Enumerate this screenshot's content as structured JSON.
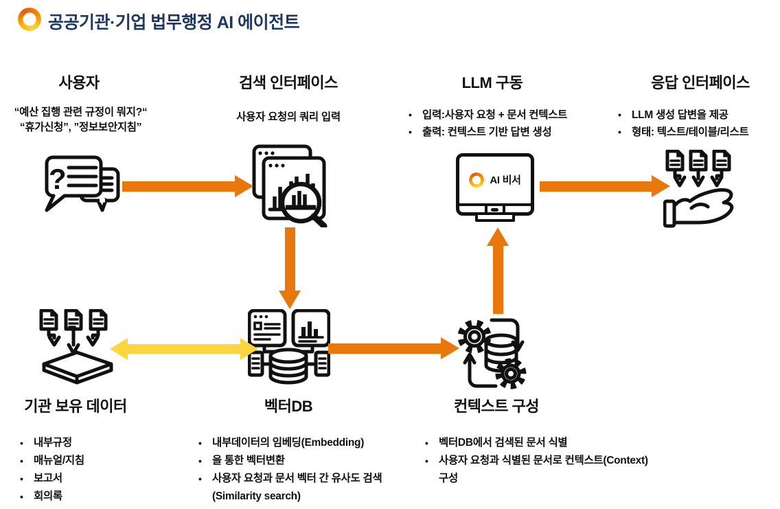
{
  "header": {
    "title": "공공기관·기업 법무행정 AI 에이전트"
  },
  "columns": {
    "user": {
      "title": "사용자",
      "quote_line1": "“예산 집행 관련 규정이 뭐지?“",
      "quote_line2": "“휴가신청”, ”정보보안지침”"
    },
    "search": {
      "title": "검색 인터페이스",
      "caption": "사용자 요청의 쿼리 입력"
    },
    "llm": {
      "title": "LLM 구동",
      "bullets": [
        "입력:사용자 요청 + 문서 컨텍스트",
        "출력: 컨텍스트 기반 답변 생성"
      ],
      "monitor_label": "AI 비서"
    },
    "response": {
      "title": "응답 인터페이스",
      "bullets": [
        "LLM 생성 답변을 제공",
        "형태: 텍스트/테이블/리스트"
      ]
    }
  },
  "bottom": {
    "data": {
      "title": "기관 보유 데이터",
      "bullets": [
        "내부규정",
        "매뉴얼/지침",
        "보고서",
        "회의록"
      ]
    },
    "vectordb": {
      "title": "벡터DB",
      "bullets": [
        "내부데이터의 임베딩(Embedding)",
        "을 통한 벡터변환",
        "사용자 요청과 문서 벡터 간 유사도 검색(Similarity search)"
      ]
    },
    "context": {
      "title": "컨텍스트 구성",
      "bullets": [
        "벡터DB에서 검색된 문서 식별",
        "사용자 요청과 식별된 문서로 컨텍스트(Context) 구성"
      ]
    }
  },
  "icons": {
    "logo": "orange-ring",
    "user": "chat-bubbles-question",
    "search": "windows-chart-magnifier",
    "llm": "monitor-ai-assistant",
    "response": "documents-to-hand",
    "data": "documents-to-tray",
    "vectordb": "database-windows",
    "context": "gears-database-cycle",
    "question_glyph": "?"
  },
  "colors": {
    "accent_orange": "#E8780C",
    "accent_yellow": "#FFD53F",
    "title_navy": "#1F3860",
    "ink": "#111111"
  }
}
